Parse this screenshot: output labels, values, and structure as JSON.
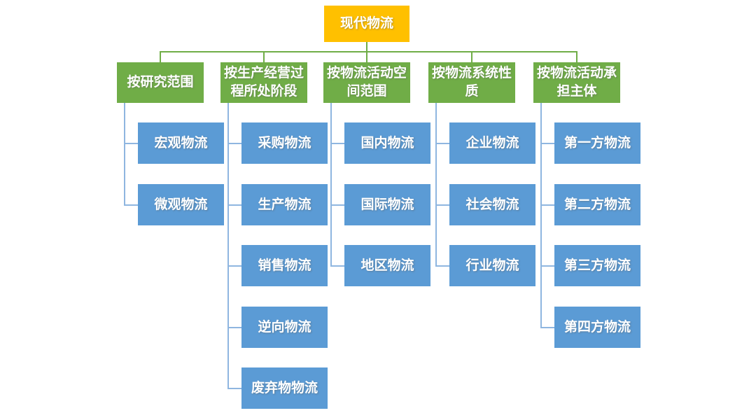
{
  "root": {
    "label": "现代物流"
  },
  "columns": [
    {
      "header": "按研究范围",
      "children": [
        "宏观物流",
        "微观物流"
      ]
    },
    {
      "header": "按生产经营过程所处阶段",
      "children": [
        "采购物流",
        "生产物流",
        "销售物流",
        "逆向物流",
        "废弃物物流"
      ]
    },
    {
      "header": "按物流活动空间范围",
      "children": [
        "国内物流",
        "国际物流",
        "地区物流"
      ]
    },
    {
      "header": "按物流系统性质",
      "children": [
        "企业物流",
        "社会物流",
        "行业物流"
      ]
    },
    {
      "header": "按物流活动承担主体",
      "children": [
        "第一方物流",
        "第二方物流",
        "第三方物流",
        "第四方物流"
      ]
    }
  ],
  "colors": {
    "root_fill": "#FFC000",
    "category_fill": "#70AD47",
    "child_fill": "#5B9BD5",
    "category_connector": "#70AD47",
    "child_connector": "#8FB6E0",
    "text": "#FFFFFF",
    "background": "#FFFFFF"
  }
}
